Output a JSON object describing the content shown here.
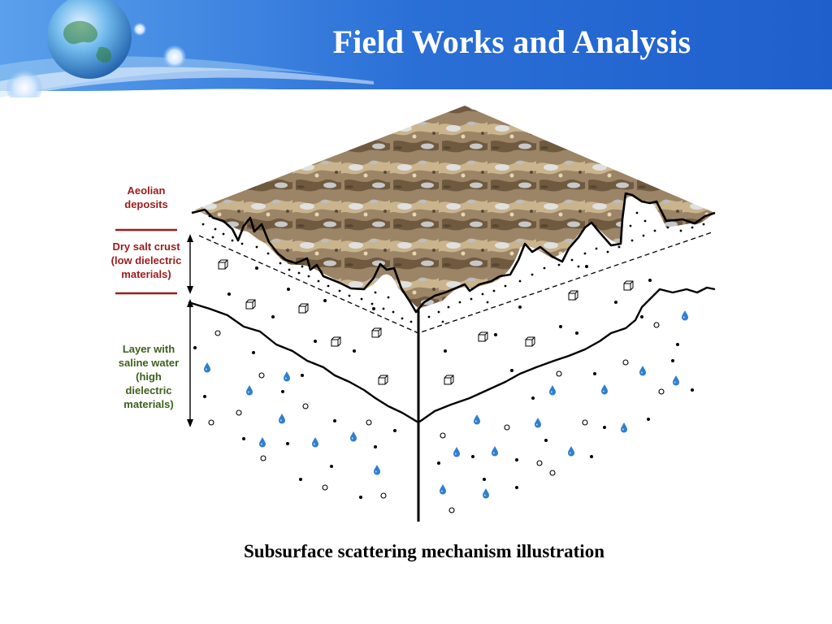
{
  "slide": {
    "title": "Field Works and Analysis",
    "caption": "Subsurface scattering mechanism illustration"
  },
  "diagram": {
    "layers": [
      {
        "id": "aeolian",
        "label": "Aeolian\ndeposits",
        "color": "#9b1c1c"
      },
      {
        "id": "dry-salt-crust",
        "label": "Dry salt crust\n(low dielectric\nmaterials)",
        "color": "#9b1c1c"
      },
      {
        "id": "saline-water",
        "label": "Layer with\nsaline water\n(high\ndielectric\nmaterials)",
        "color": "#3d5f1c"
      }
    ],
    "symbols": [
      "salt-crystal-cube",
      "saline-water-drop",
      "air-bubble-circle",
      "particle-dot"
    ]
  },
  "colors": {
    "header_blue": "#1e5fc8",
    "label_red": "#9b1c1c",
    "label_green": "#3d5f1c",
    "water_drop": "#2f7fd0"
  }
}
